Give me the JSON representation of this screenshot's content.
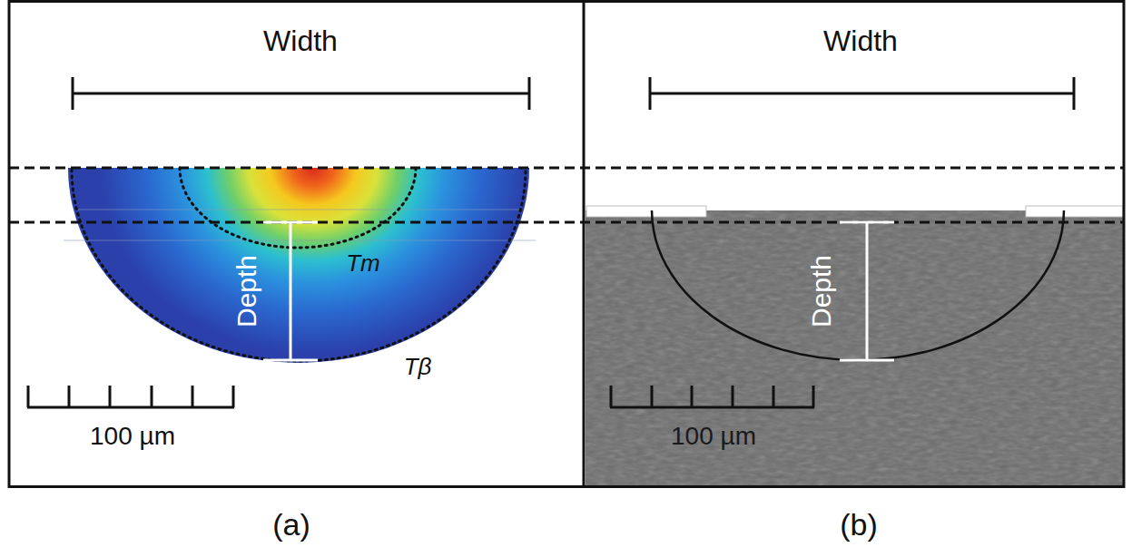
{
  "diagram": {
    "labels": [
      "Width",
      "Depth",
      "Tm",
      "Tβ",
      "100 µm",
      "Width",
      "Depth",
      "100 µm",
      "(a)",
      "(b)"
    ]
  }
}
